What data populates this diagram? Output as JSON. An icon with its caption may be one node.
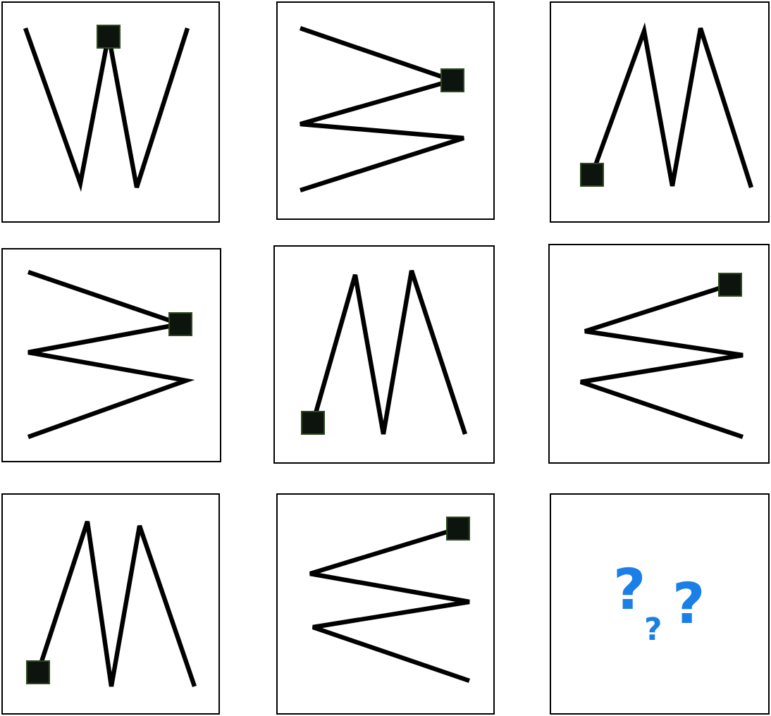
{
  "diagram": {
    "nodes": [
      {
        "text": [],
        "shape": "box"
      },
      {
        "text": [],
        "shape": "box"
      },
      {
        "text": [],
        "shape": "box"
      },
      {
        "text": [],
        "shape": "box"
      },
      {
        "text": [],
        "shape": "box"
      },
      {
        "text": [],
        "shape": "box"
      },
      {
        "text": [],
        "shape": "box"
      },
      {
        "text": [],
        "shape": "box"
      },
      {
        "text": [
          "?",
          "?",
          "?"
        ]
      }
    ]
  }
}
